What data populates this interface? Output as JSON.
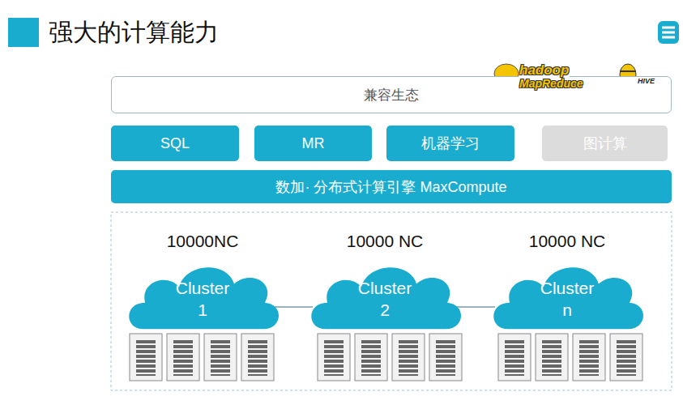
{
  "diagram": {
    "title": "强大的计算能力",
    "nodes": [
      {
        "text": [
          "兼容生态"
        ]
      },
      {
        "text": [
          "SQL"
        ]
      },
      {
        "text": [
          "MR"
        ]
      },
      {
        "text": [
          "机器学习"
        ]
      },
      {
        "text": [
          "图计算"
        ]
      },
      {
        "text": [
          "数加· 分布式计算引擎 MaxCompute"
        ]
      },
      {
        "text": [
          "10000NC",
          "Cluster 1"
        ]
      },
      {
        "text": [
          "10000 NC",
          "Cluster 2"
        ]
      },
      {
        "text": [
          "10000 NC",
          "Cluster n"
        ]
      }
    ],
    "edges": [
      {
        "from": 6,
        "to": 7,
        "arrow": "none"
      },
      {
        "from": 7,
        "to": 8,
        "arrow": "none"
      }
    ],
    "labels": [
      "hadoop",
      "MapReduce",
      "HIVE"
    ]
  }
}
